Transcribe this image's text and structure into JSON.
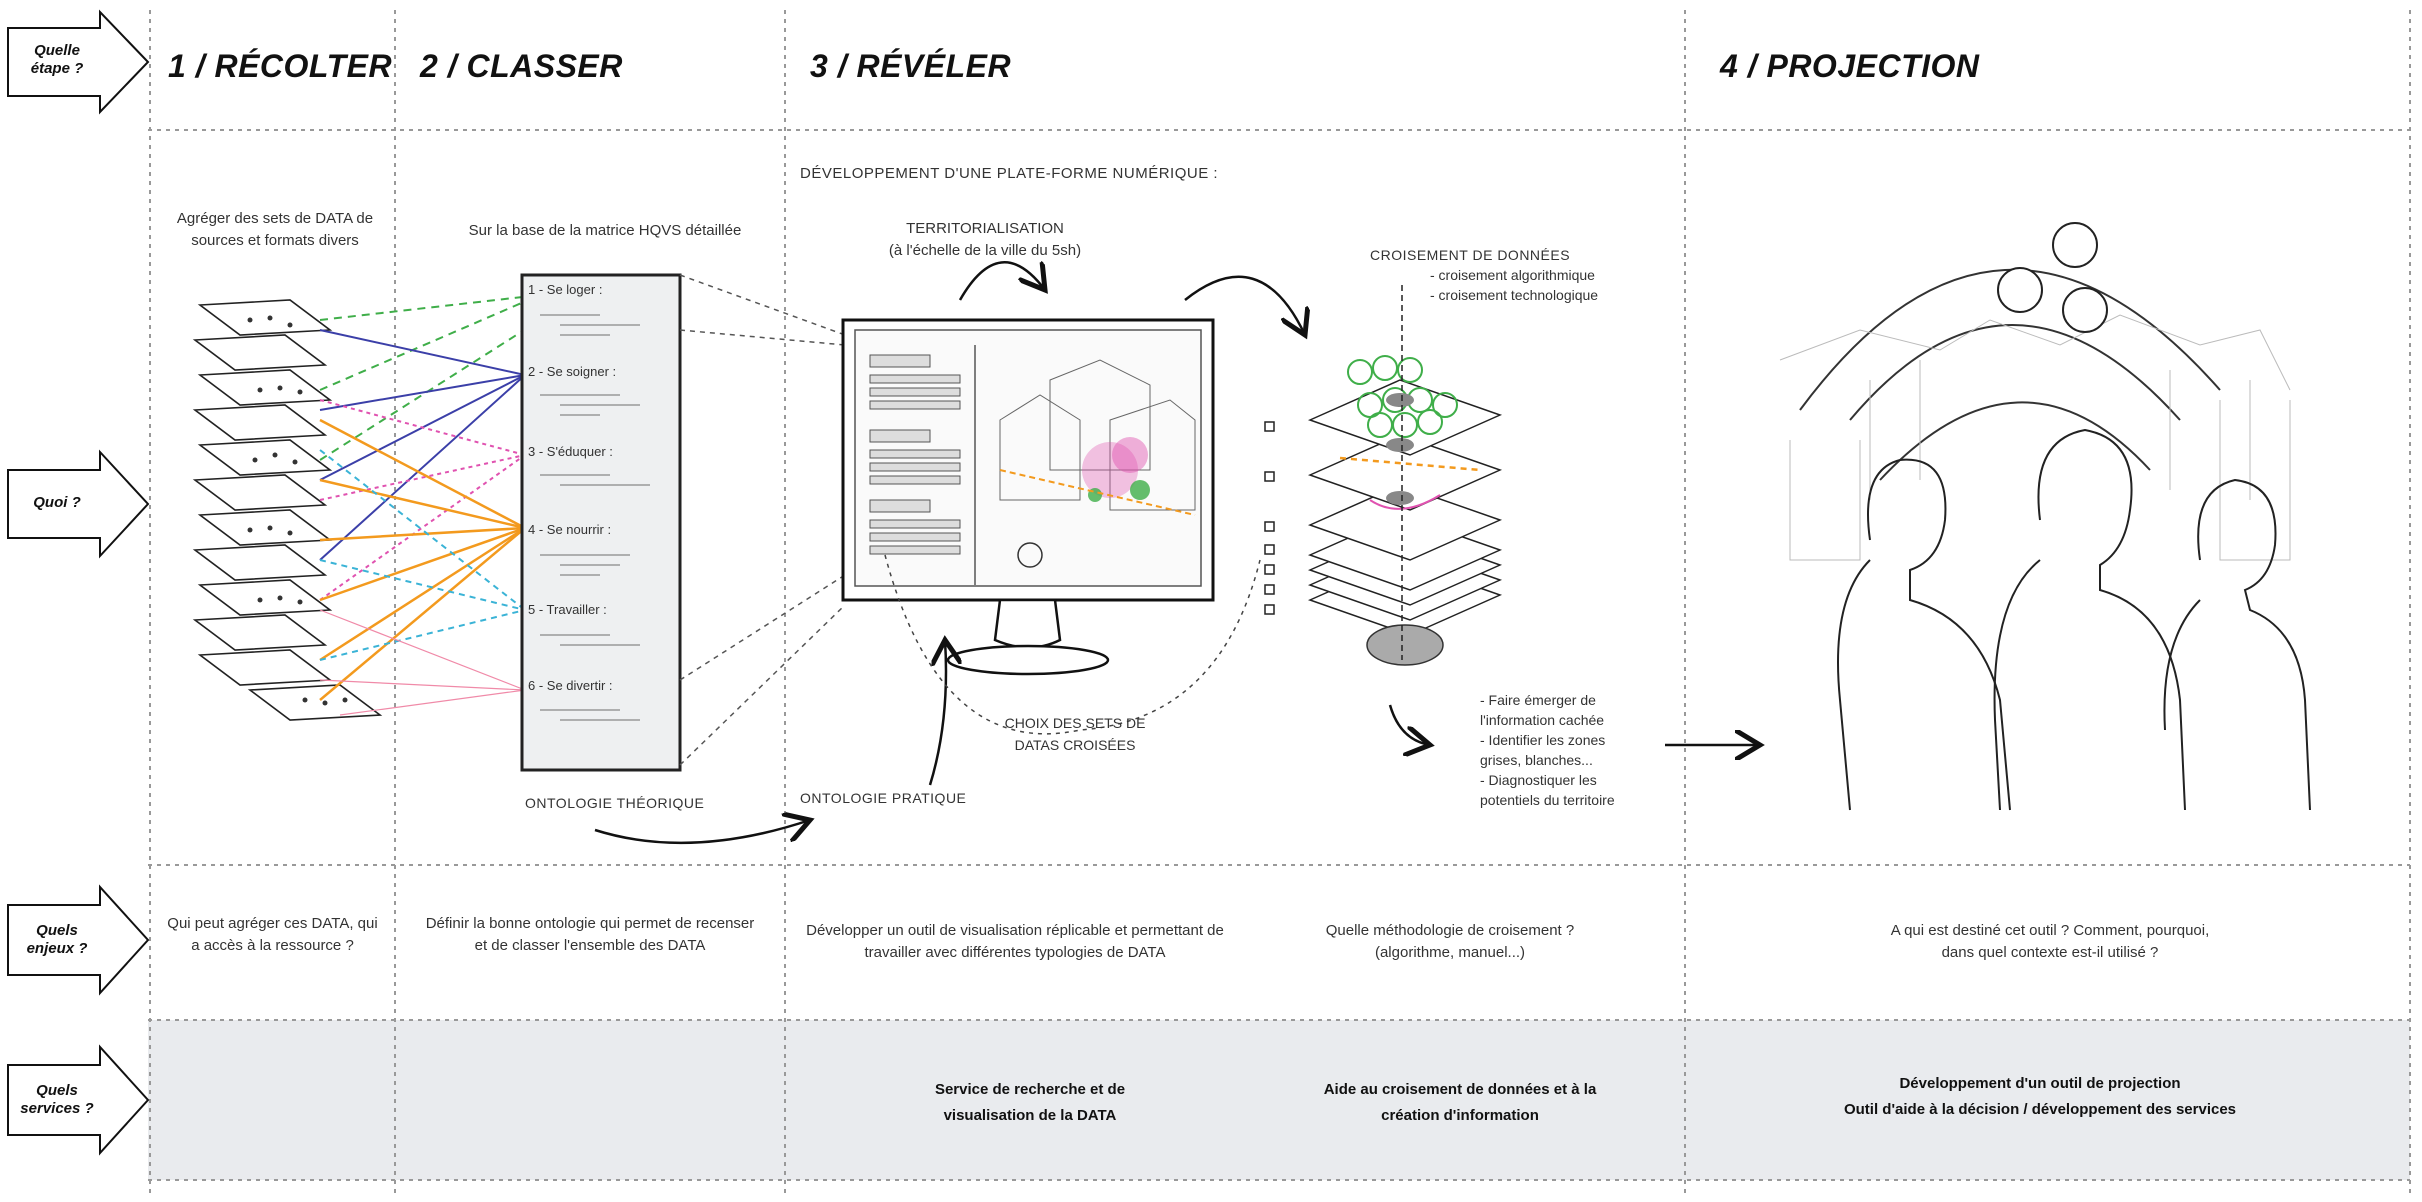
{
  "rows": {
    "etape": "Quelle étape ?",
    "quoi": "Quoi ?",
    "enjeux": "Quels enjeux ?",
    "services": "Quels services ?"
  },
  "steps": {
    "s1": "1 / RÉCOLTER",
    "s2": "2 / CLASSER",
    "s3": "3 / RÉVÉLER",
    "s4": "4 / PROJECTION"
  },
  "quoi": {
    "platform": "DÉVELOPPEMENT D'UNE PLATE-FORME NUMÉRIQUE :",
    "col1": "Agréger des sets de DATA de sources et formats divers",
    "col2": "Sur la base de la matrice HQVS détaillée",
    "territorialisation": "TERRITORIALISATION",
    "territorialisation_sub": "(à l'échelle de la ville du 5sh)",
    "croisement": "CROISEMENT DE DONNÉES",
    "croisement_items": [
      "- croisement algorithmique",
      "- croisement technologique"
    ],
    "ontology_items": [
      "1 - Se loger :",
      "2 - Se soigner :",
      "3 - S'éduquer :",
      "4 - Se nourrir :",
      "5 - Travailler :",
      "6 - Se divertir :"
    ],
    "ontologie_theorique": "ONTOLOGIE THÉORIQUE",
    "ontologie_pratique": "ONTOLOGIE PRATIQUE",
    "choix": "CHOIX DES SETS DE DATAS CROISÉES",
    "outcomes": [
      "- Faire émerger de l'information cachée",
      "- Identifier les zones grises, blanches...",
      "- Diagnostiquer les potentiels du territoire"
    ]
  },
  "enjeux": {
    "c1": "Qui peut agréger ces DATA, qui a accès à la ressource ?",
    "c2": "Définir la bonne ontologie qui permet de recenser et de classer l'ensemble des DATA",
    "c3": "Développer un outil de visualisation réplicable et permettant de travailler avec différentes typologies de DATA",
    "c3b": "Quelle méthodologie de croisement ? (algorithme, manuel...)",
    "c4": "A qui est destiné cet outil ? Comment, pourquoi, dans quel contexte est-il utilisé ?"
  },
  "services": {
    "c3a": "Service de recherche et de visualisation de la DATA",
    "c3b": "Aide au croisement de données et à la création d'information",
    "c4a": "Développement d'un outil de projection",
    "c4b": "Outil d'aide à la décision / développement des services"
  },
  "colors": {
    "green": "#3fae49",
    "blue": "#3b3fa8",
    "orange": "#f39a1e",
    "pink": "#e052b0",
    "cyan": "#3ab3d6",
    "services_bg": "#e9ebee"
  }
}
